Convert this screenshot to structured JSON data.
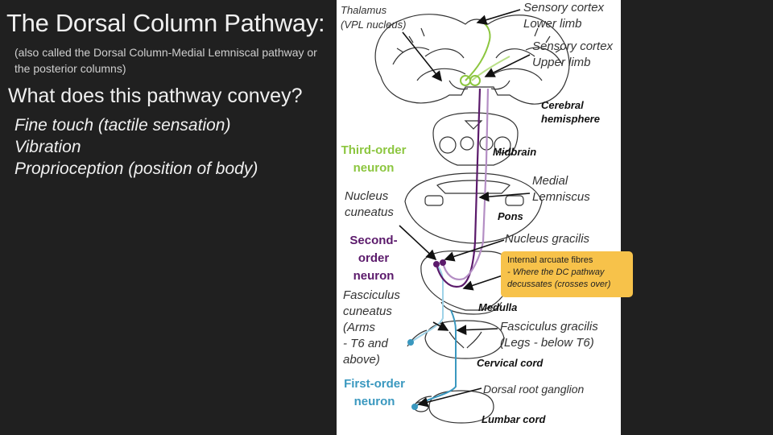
{
  "slide": {
    "title": "The Dorsal Column Pathway:",
    "subtitle": "(also called the Dorsal Column-Medial Lemniscal pathway or the posterior columns)",
    "question": "What does this pathway convey?",
    "bullets": [
      "Fine touch (tactile sensation)",
      "Vibration",
      "Proprioception (position of body)"
    ]
  },
  "diagram": {
    "labels": {
      "thalamus_1": "Thalamus",
      "thalamus_2": "(VPL nucleus)",
      "cortex_lower_1": "Sensory cortex",
      "cortex_lower_2": "Lower limb",
      "cortex_upper_1": "Sensory cortex",
      "cortex_upper_2": "Upper limb",
      "cerebral_1": "Cerebral",
      "cerebral_2": "hemisphere",
      "third_order_1": "Third-order",
      "third_order_2": "neuron",
      "midbrain": "Midbrain",
      "medial_lemniscus_1": "Medial",
      "medial_lemniscus_2": "Lemniscus",
      "nucleus_cuneatus_1": "Nucleus",
      "nucleus_cuneatus_2": "cuneatus",
      "pons": "Pons",
      "nucleus_gracilis": "Nucleus gracilis",
      "second_order_1": "Second-",
      "second_order_2": "order",
      "second_order_3": "neuron",
      "fasciculus_cuneatus": [
        "Fasciculus",
        "cuneatus",
        "(Arms",
        "- T6 and",
        "above)"
      ],
      "medulla": "Medulla",
      "fasciculus_gracilis_1": "Fasciculus gracilis",
      "fasciculus_gracilis_2": "(Legs - below T6)",
      "cervical_cord": "Cervical cord",
      "first_order_1": "First-order",
      "first_order_2": "neuron",
      "dorsal_root_ganglion": "Dorsal root ganglion",
      "lumbar_cord": "Lumbar cord"
    },
    "callout": {
      "line1": "Internal arcuate fibres",
      "line2": "- Where the DC pathway decussates (crosses over)"
    },
    "colors": {
      "third_order": "#8cc63f",
      "second_order": "#5b1a6b",
      "second_order_light": "#b48ec4",
      "first_order": "#3a98bf",
      "first_order_light": "#9fd3e8",
      "callout_bg": "#f7c24a"
    }
  }
}
